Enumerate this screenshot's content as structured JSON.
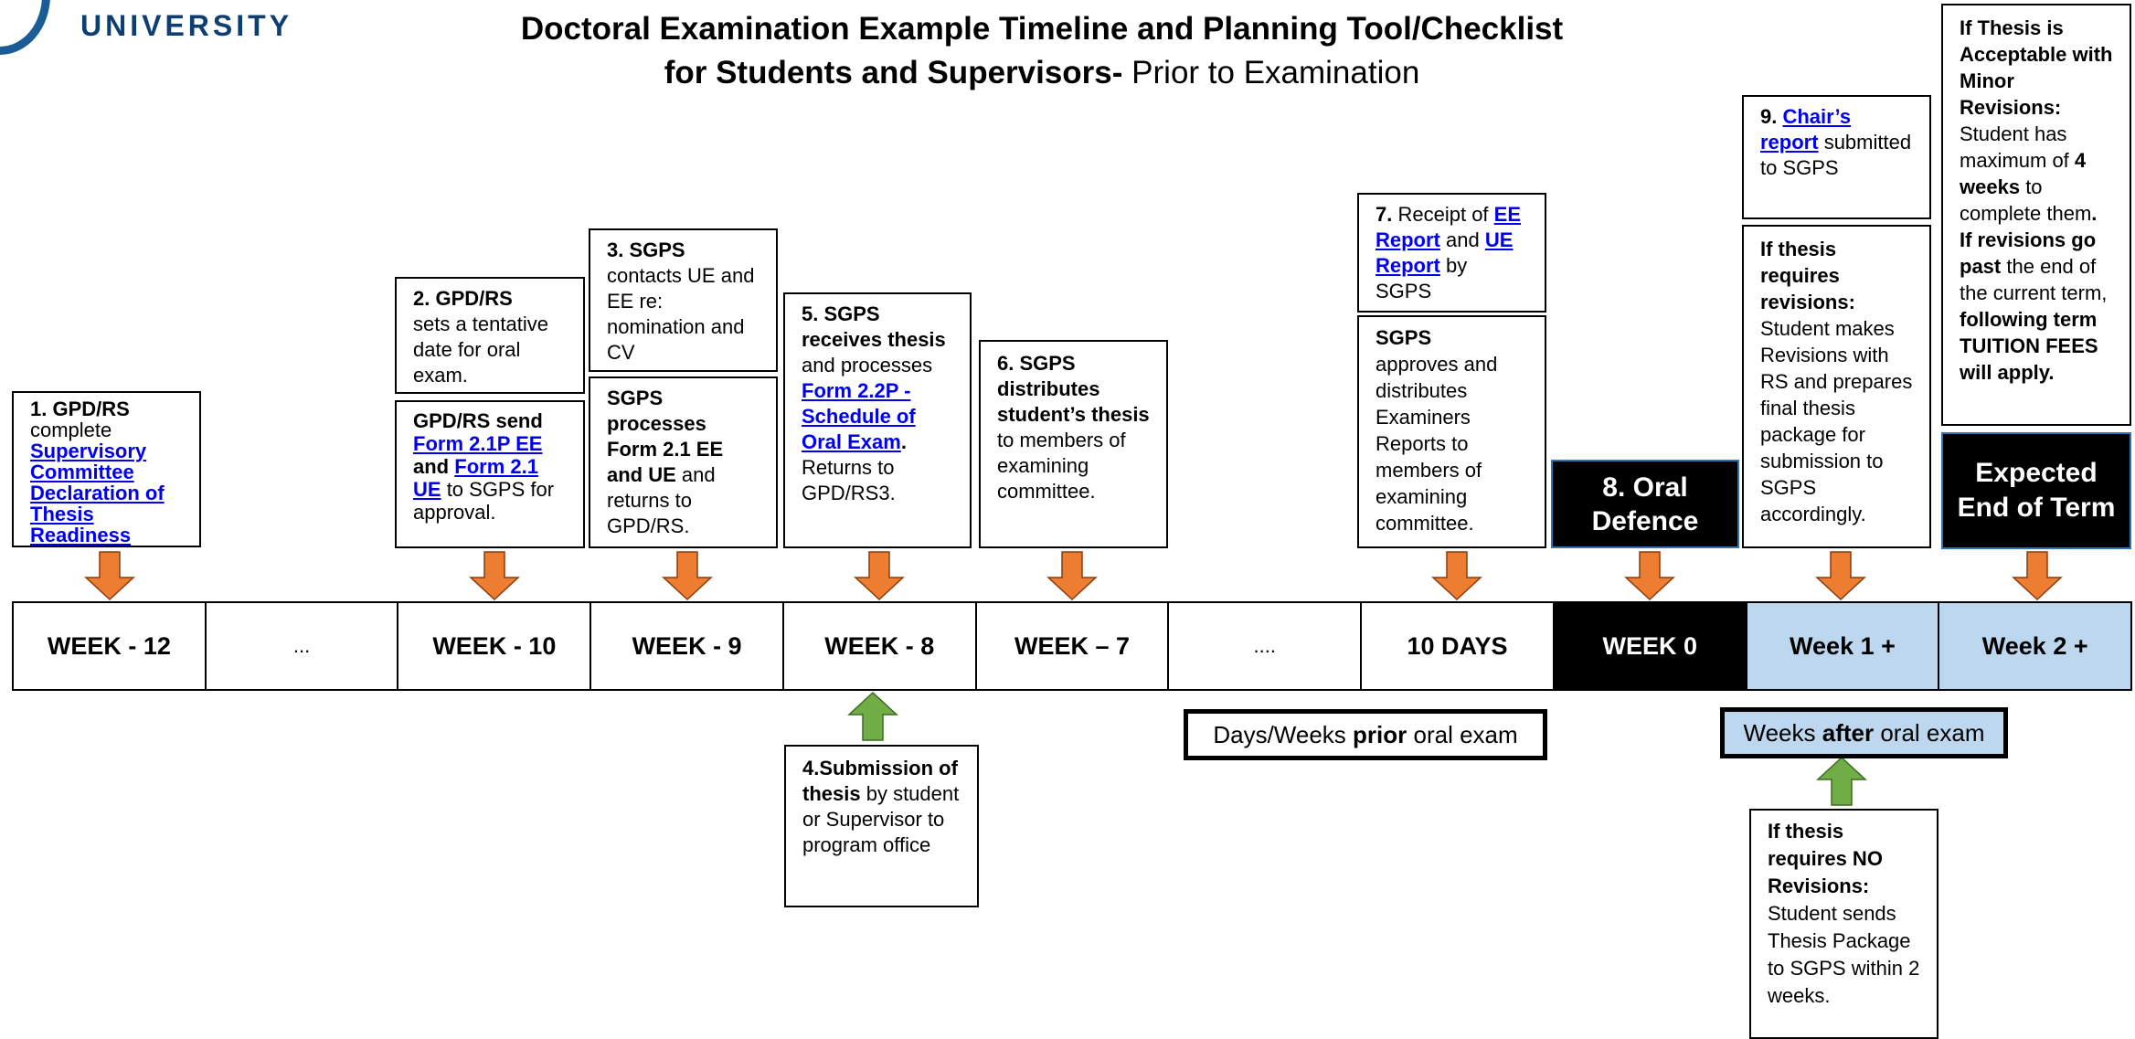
{
  "logo": {
    "text": "UNIVERSITY"
  },
  "title": {
    "line1": "Doctoral Examination Example Timeline and Planning Tool/Checklist",
    "line2_bold": "for Students and Supervisors-",
    "line2_rest": " Prior to Examination"
  },
  "steps": {
    "s1": {
      "head": "1. GPD/RS",
      "text": "complete",
      "link": "Supervisory Committee Declaration of Thesis Readiness"
    },
    "s2": {
      "head": "2. GPD/RS",
      "text": "sets a tentative date for oral exam."
    },
    "s2b": {
      "head": "GPD/RS send",
      "link1": "Form 2.1P EE",
      "and": "and",
      "link2": "Form 2.1 UE",
      "rest": "to SGPS for approval."
    },
    "s3": {
      "head": "3. SGPS",
      "text": "contacts UE and EE re: nomination and CV"
    },
    "s3b": {
      "head": "SGPS processes Form 2.1 EE and UE",
      "rest": "and returns to GPD/RS."
    },
    "s4": {
      "head": "4.Submission of thesis",
      "rest": "by student or Supervisor to program office"
    },
    "s5": {
      "head": "5. SGPS receives thesis",
      "mid": "and processes",
      "link": "Form 2.2P - Schedule of Oral Exam",
      "dot": ".",
      "rest": "Returns to GPD/RS3."
    },
    "s6": {
      "head": "6. SGPS distributes student’s thesis",
      "rest": "to members of examining committee."
    },
    "s7": {
      "head": "7.",
      "text": "Receipt of",
      "link1": "EE Report",
      "and": "and",
      "link2": "UE Report",
      "rest": "by SGPS"
    },
    "s7b": {
      "head": "SGPS",
      "rest": "approves and distributes Examiners Reports to members of examining committee."
    },
    "s8": {
      "label": "8. Oral Defence"
    },
    "s9": {
      "head": "9.",
      "link": "Chair’s report",
      "rest": "submitted to SGPS"
    },
    "s9b": {
      "head": "If thesis requires revisions:",
      "rest": "Student makes Revisions with RS and prepares final thesis package for submission to SGPS accordingly."
    },
    "minor": {
      "b1": "If Thesis is Acceptable with Minor Revisions:",
      "t1": "Student has maximum of",
      "b2": "4 weeks",
      "t2": "to complete them",
      "b3": "If revisions go past",
      "t3": "the end of the current term,",
      "b4": "following term TUITION FEES will apply."
    },
    "noRev": {
      "head": "If thesis requires NO Revisions:",
      "rest": "Student sends Thesis Package to SGPS within 2 weeks."
    },
    "end": {
      "label": "Expected End of Term"
    }
  },
  "timeline": [
    "WEEK - 12",
    "...",
    "WEEK - 10",
    "WEEK - 9",
    "WEEK - 8",
    "WEEK – 7",
    "....",
    "10 DAYS",
    "WEEK 0",
    "Week 1 +",
    "Week 2 +"
  ],
  "notes": {
    "prior": {
      "text1": "Days/Weeks",
      "bold": "prior",
      "text2": "oral exam"
    },
    "after": {
      "text1": "Weeks",
      "bold": "after",
      "text2": "oral exam"
    }
  },
  "colors": {
    "arrow_orange": "#ed7d31",
    "arrow_green": "#70ad47",
    "after_fill": "#bdd7ee",
    "link": "#0000ee"
  }
}
